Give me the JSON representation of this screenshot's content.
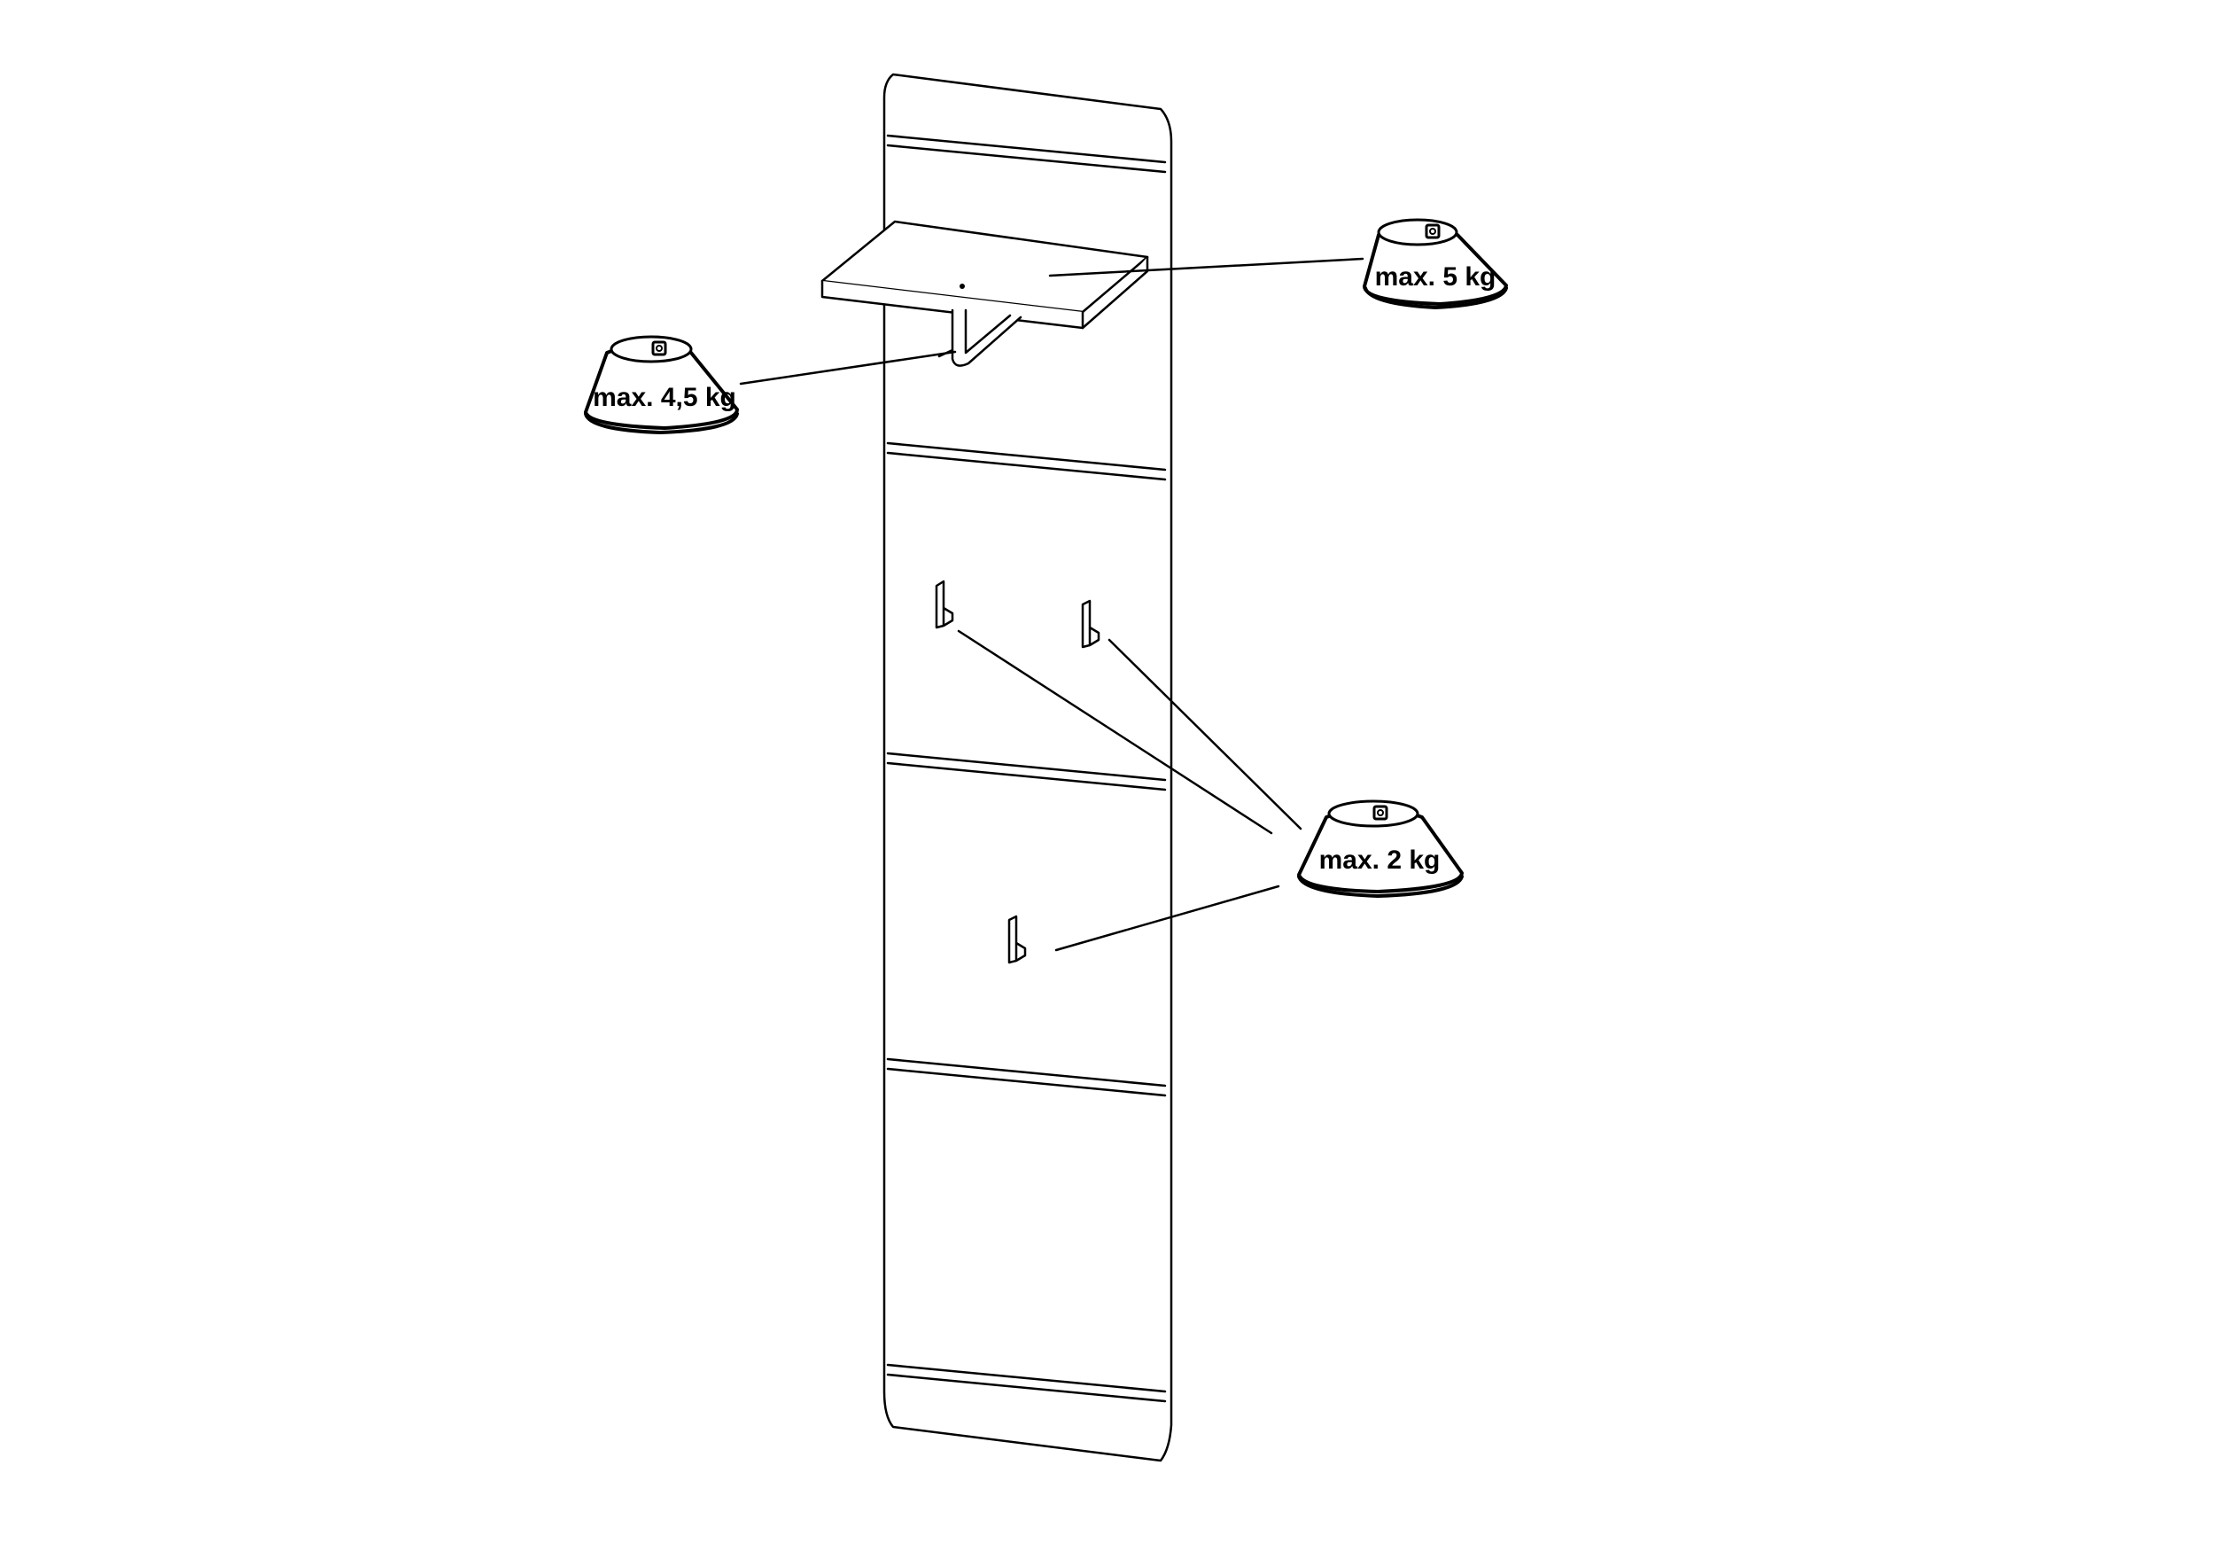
{
  "diagram": {
    "shelf_weight_label": "max. 5 kg",
    "bracket_weight_label": "max. 4,5 kg",
    "hooks_weight_label": "max. 2 kg"
  }
}
